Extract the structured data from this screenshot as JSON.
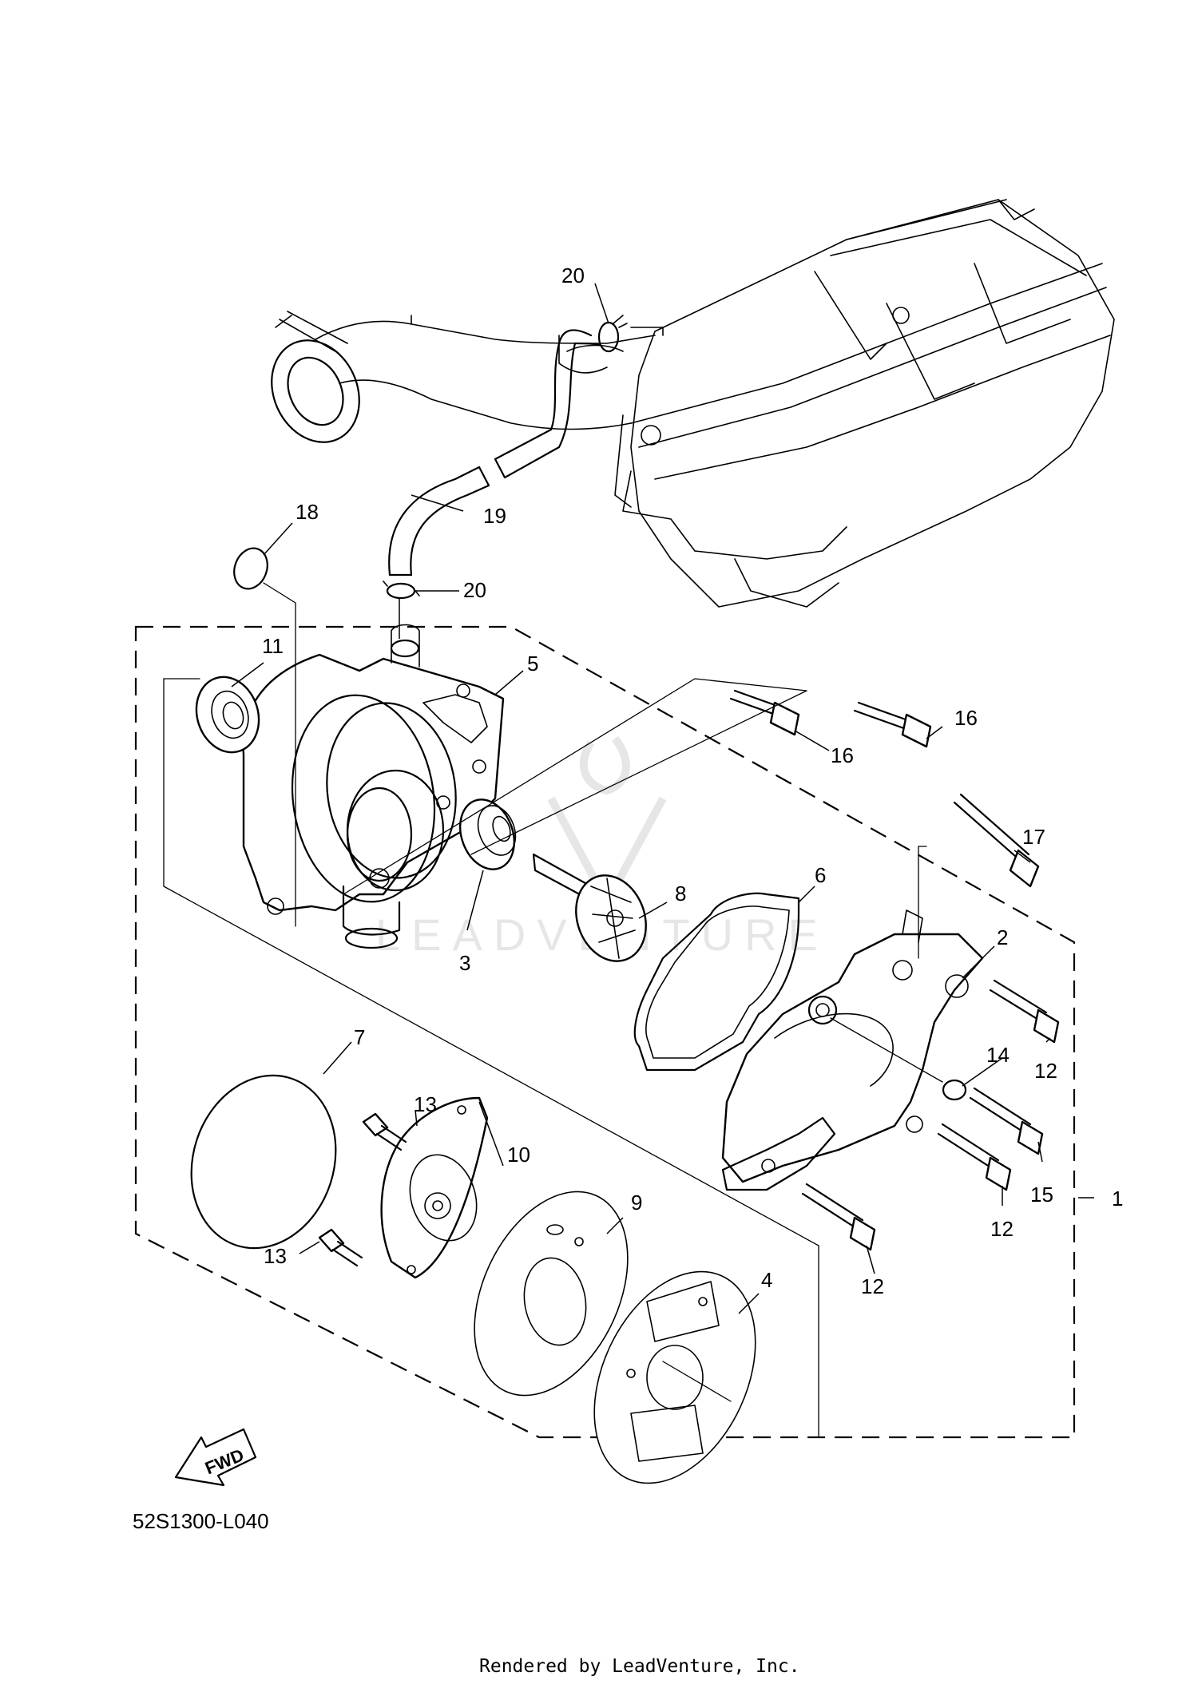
{
  "diagram": {
    "callouts": [
      {
        "id": "1",
        "text": "1"
      },
      {
        "id": "2",
        "text": "2"
      },
      {
        "id": "3",
        "text": "3"
      },
      {
        "id": "4",
        "text": "4"
      },
      {
        "id": "5",
        "text": "5"
      },
      {
        "id": "6",
        "text": "6"
      },
      {
        "id": "7",
        "text": "7"
      },
      {
        "id": "8",
        "text": "8"
      },
      {
        "id": "9",
        "text": "9"
      },
      {
        "id": "10",
        "text": "10"
      },
      {
        "id": "11",
        "text": "11"
      },
      {
        "id": "12a",
        "text": "12"
      },
      {
        "id": "12b",
        "text": "12"
      },
      {
        "id": "12c",
        "text": "12"
      },
      {
        "id": "13a",
        "text": "13"
      },
      {
        "id": "13b",
        "text": "13"
      },
      {
        "id": "14",
        "text": "14"
      },
      {
        "id": "15",
        "text": "15"
      },
      {
        "id": "16a",
        "text": "16"
      },
      {
        "id": "16b",
        "text": "16"
      },
      {
        "id": "17",
        "text": "17"
      },
      {
        "id": "18",
        "text": "18"
      },
      {
        "id": "19",
        "text": "19"
      },
      {
        "id": "20a",
        "text": "20"
      },
      {
        "id": "20b",
        "text": "20"
      }
    ],
    "fwd_label": "FWD",
    "watermark": "LEADVENTURE",
    "diagram_code": "52S1300-L040",
    "credit": "Rendered by LeadVenture, Inc."
  }
}
